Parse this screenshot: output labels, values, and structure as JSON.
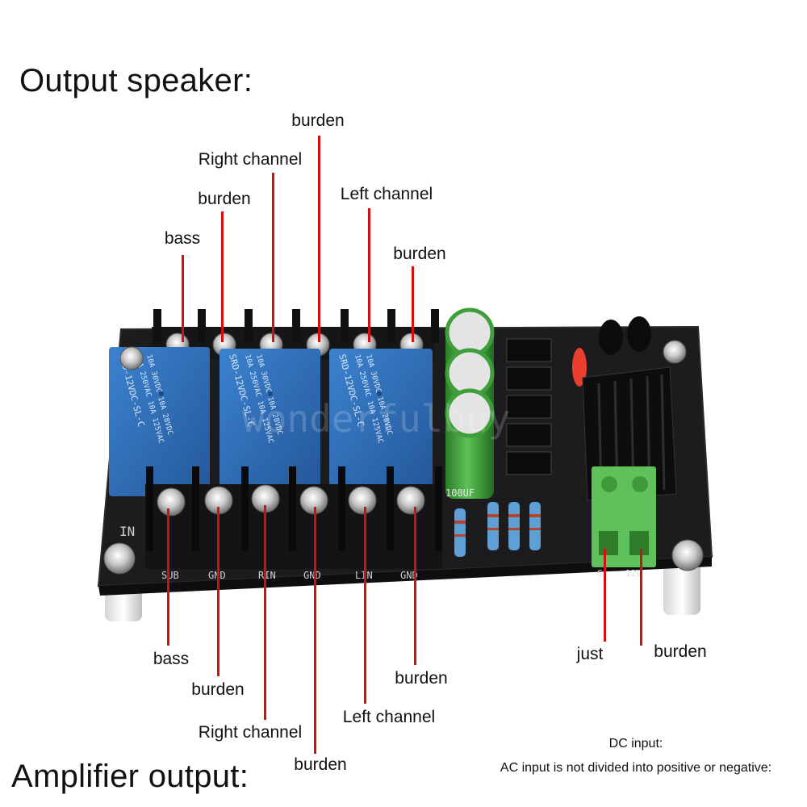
{
  "headings": {
    "output_speaker": "Output speaker:",
    "amplifier_output": "Amplifier output:"
  },
  "top_labels": [
    "bass",
    "burden",
    "Right channel",
    "burden",
    "Left channel",
    "burden"
  ],
  "bottom_labels": [
    "bass",
    "burden",
    "Right channel",
    "burden",
    "Left channel",
    "burden"
  ],
  "dc_labels": [
    "just",
    "burden"
  ],
  "notes": {
    "dc_input": "DC input:",
    "ac_input": "AC input is not divided into positive or negative:"
  },
  "board": {
    "terminal_labels": [
      "SUB",
      "GND",
      "RIN",
      "GND",
      "LIN",
      "GND"
    ],
    "relay_text": [
      "SRD-12VDC-SL-C",
      "SRD-12VDC-SL-C",
      "SRD-12VDC-SL-C"
    ],
    "relay_specs": [
      "10A 250VAC  10A 125VAC",
      "10A 30VDC  10A 28VDC"
    ],
    "cap_label": "100UF",
    "side_label": "IN",
    "dc_pins": [
      "G",
      "12V"
    ],
    "watermark": "wonderfulbuy",
    "colors": {
      "pcb": "#1c1c1e",
      "relay": "#2f6fb8",
      "terminal_green": "#5fc15a",
      "capacitor": "#3e9e3a",
      "leader": "#d21010"
    }
  }
}
